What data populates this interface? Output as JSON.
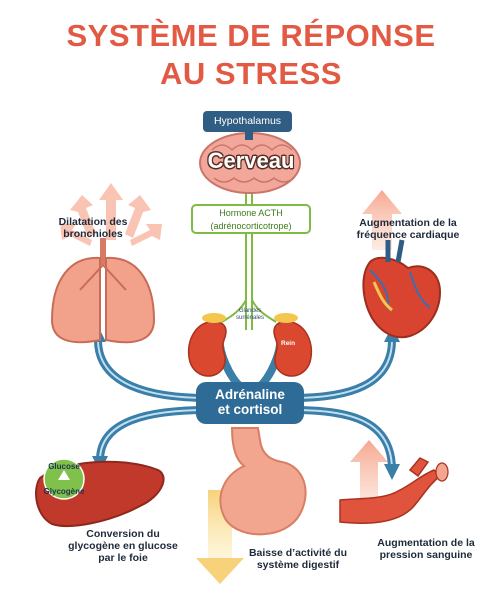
{
  "title": {
    "line1": "SYSTÈME DE RÉPONSE",
    "line2": "AU STRESS"
  },
  "brain": {
    "hypothalamus": "Hypothalamus",
    "label": "Cerveau"
  },
  "acth": {
    "line1": "Hormone ACTH",
    "line2": "(adrénocorticotrope)"
  },
  "glands": {
    "line1": "Glandes",
    "line2": "surrénales",
    "kidney": "Rein"
  },
  "hub": {
    "line1": "Adrénaline",
    "line2": "et cortisol"
  },
  "effects": {
    "bronchi": {
      "line1": "Dilatation des",
      "line2": "bronchioles"
    },
    "heart": {
      "line1": "Augmentation de la",
      "line2": "fréquence cardiaque"
    },
    "liver": {
      "line1": "Conversion du",
      "line2": "glycogène en glucose",
      "line3": "par le foie"
    },
    "digestion": {
      "line1": "Baisse d’activité du",
      "line2": "système digestif"
    },
    "pressure": {
      "line1": "Augmentation de la",
      "line2": "pression sanguine"
    }
  },
  "glucose": {
    "top": "Glucose",
    "bottom": "Glycogène"
  },
  "colors": {
    "title": "#e25a43",
    "pipe": "#3b7ea8",
    "acth": "#7fba42",
    "arrow": "#f7b9a8"
  }
}
